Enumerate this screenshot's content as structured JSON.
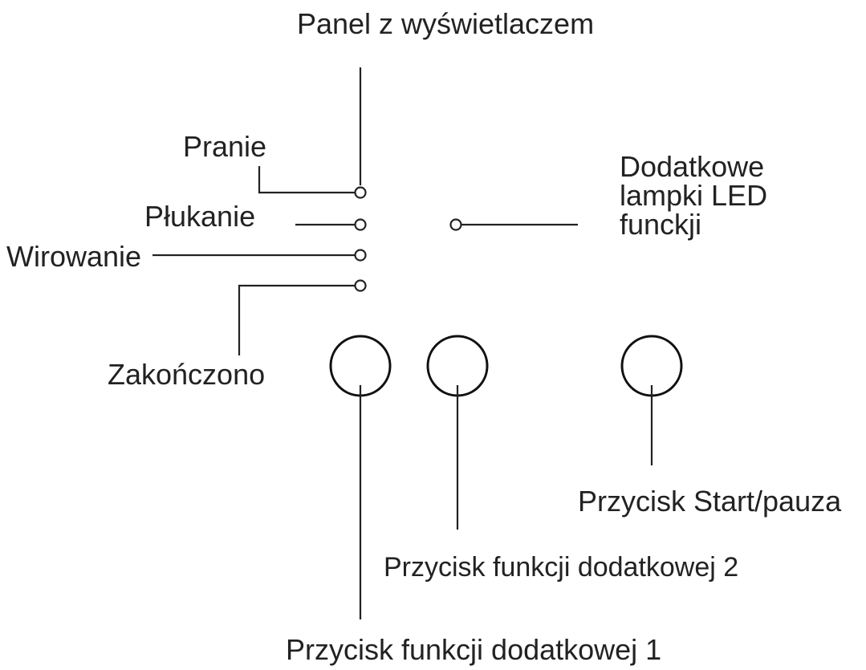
{
  "labels": {
    "display_panel": "Panel z wyświetlaczem",
    "wash": "Pranie",
    "rinse": "Płukanie",
    "spin": "Wirowanie",
    "done": "Zakończono",
    "extra_led_line1": "Dodatkowe",
    "extra_led_line2": "lampki LED",
    "extra_led_line3": "funckji",
    "start_pause": "Przycisk Start/pauza",
    "extra_func_2": "Przycisk funkcji dodatkowej 2",
    "extra_func_1": "Przycisk funkcji dodatkowej 1"
  },
  "colors": {
    "stroke": "#222222",
    "background": "#ffffff"
  }
}
